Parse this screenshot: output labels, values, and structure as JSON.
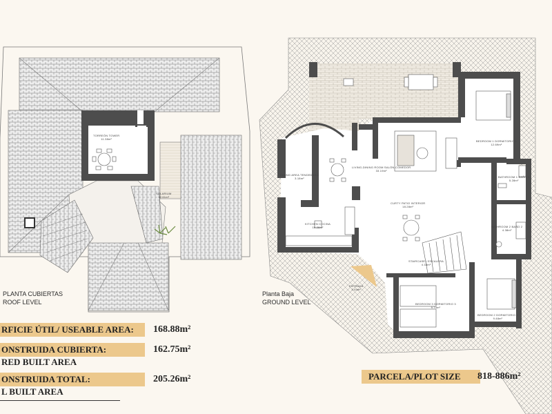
{
  "roof_plan": {
    "level_es": "PLANTA CUBIERTAS",
    "level_en": "ROOF LEVEL",
    "rooms": {
      "tower": "TORREÓN TOWER",
      "tower_area": "11.38m²",
      "solarium": "SOLARIUM",
      "solarium_area": "12.61m²"
    }
  },
  "ground_plan": {
    "level_es": "Planta Baja",
    "level_en": "GROUND LEVEL",
    "rooms": {
      "dining": "DINING AREA TENDEDERO",
      "dining_area": "3.18m²",
      "living": "LIVING-DINING ROOM SALÓN-COMEDOR",
      "living_area": "33.19m²",
      "patio": "CURTY PATIO INTERIOR",
      "patio_area": "18.28m²",
      "kitchen": "KITCHEN COCINA",
      "kitchen_area": "10.28m²",
      "bed1": "BEDROOM 1 DORMITORIO 1",
      "bed1_area": "12.69m²",
      "bath1": "BATHROOM 1 BAÑO 1",
      "bath1_area": "5.28m²",
      "bath2": "BATHROOM 2 BAÑO 2",
      "bath2_area": "4.38m²",
      "bed2": "BEDROOM 2 DORMITORIO 2",
      "bed2_area": "9.48m²",
      "bed3": "BEDROOM 3 DORMITORIO 3",
      "bed3_area": "9.74m²",
      "stair": "STAIRCASE / ESCALERA",
      "stair_area": "4.18m²",
      "entrance": "ENTRADA",
      "entrance_area": "3.44m²"
    }
  },
  "areas": {
    "useable_label": "RFICIE ÚTIL/ USEABLE AREA:",
    "useable_value": "168.88m²",
    "covered_label": "ONSTRUIDA CUBIERTA:",
    "covered_sub": "RED BUILT AREA",
    "covered_value": "162.75m²",
    "total_label": "ONSTRUIDA TOTAL:",
    "total_sub": "L BUILT AREA",
    "total_value": "205.26m²",
    "plot_label": "PARCELA/PLOT SIZE",
    "plot_value": "818-886m²"
  },
  "colors": {
    "accent_bar": "#ecc88c",
    "wall": "#4d4d4d",
    "background": "#fbf7f0"
  }
}
